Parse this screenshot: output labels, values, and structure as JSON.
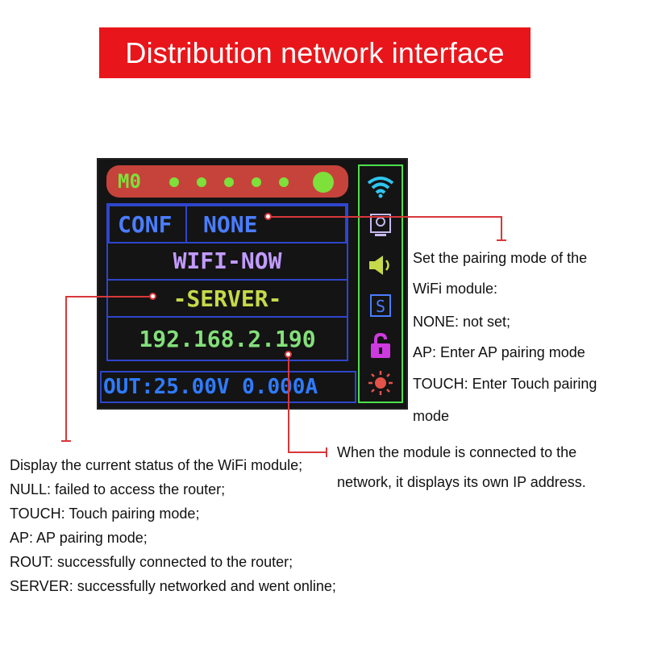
{
  "title": "Distribution network interface",
  "screen": {
    "mode_label": "M0",
    "conf_label": "CONF",
    "pairing_mode": "NONE",
    "wifi_label": "WIFI-NOW",
    "status": "-SERVER-",
    "ip_address": "192.168.2.190",
    "output": "OUT:25.00V 0.000A"
  },
  "side_icons": [
    "wifi-icon",
    "display-icon",
    "speaker-icon",
    "s-icon",
    "lock-open-icon",
    "sun-icon"
  ],
  "annotations": {
    "pairing": [
      "Set the pairing mode of the",
      "WiFi module:",
      "NONE: not set;",
      "AP: Enter AP pairing mode",
      "TOUCH: Enter Touch pairing",
      "mode"
    ],
    "ip": [
      "When the module is connected to the",
      "network, it displays its own IP address."
    ],
    "status": [
      "Display the current status of the WiFi module;",
      "NULL: failed to access the router;",
      "TOUCH: Touch pairing mode;",
      "AP: AP pairing mode;",
      "ROUT: successfully connected to the router;",
      "SERVER: successfully networked and went online;"
    ]
  },
  "colors": {
    "banner": "#e8161b",
    "annotation_line": "#d8373a",
    "lcd_border": "#2f45cc",
    "side_border": "#4ce04a"
  }
}
